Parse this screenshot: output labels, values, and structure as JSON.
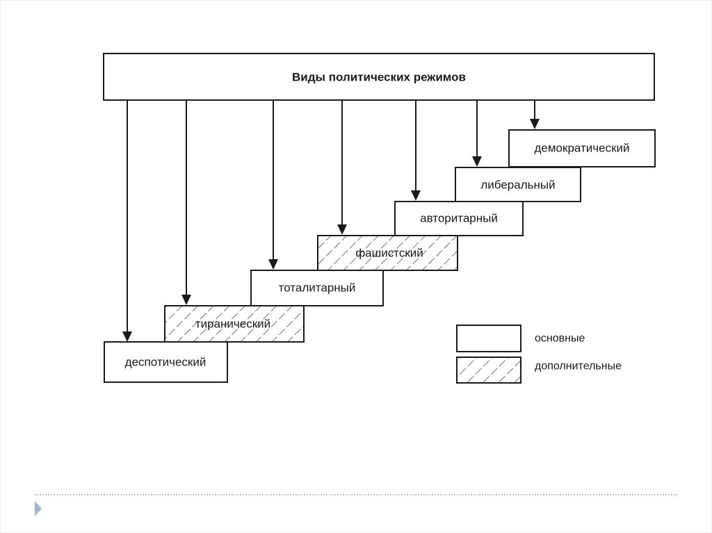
{
  "diagram": {
    "title": "Виды политических режимов",
    "regimes": [
      {
        "id": "despotic",
        "label": "деспотический",
        "type": "основные"
      },
      {
        "id": "tyrannical",
        "label": "тиранический",
        "type": "дополнительные"
      },
      {
        "id": "totalitarian",
        "label": "тоталитарный",
        "type": "основные"
      },
      {
        "id": "fascist",
        "label": "фашистский",
        "type": "дополнительные"
      },
      {
        "id": "authoritarian",
        "label": "авторитарный",
        "type": "основные"
      },
      {
        "id": "liberal",
        "label": "либеральный",
        "type": "основные"
      },
      {
        "id": "democratic",
        "label": "демократический",
        "type": "основные"
      }
    ],
    "legend": {
      "main_label": "основные",
      "additional_label": "дополнительные"
    },
    "colors": {
      "stroke": "#1a1a1a",
      "footer_accent": "#9fb7cc",
      "footer_line": "#b8c7d6"
    }
  }
}
